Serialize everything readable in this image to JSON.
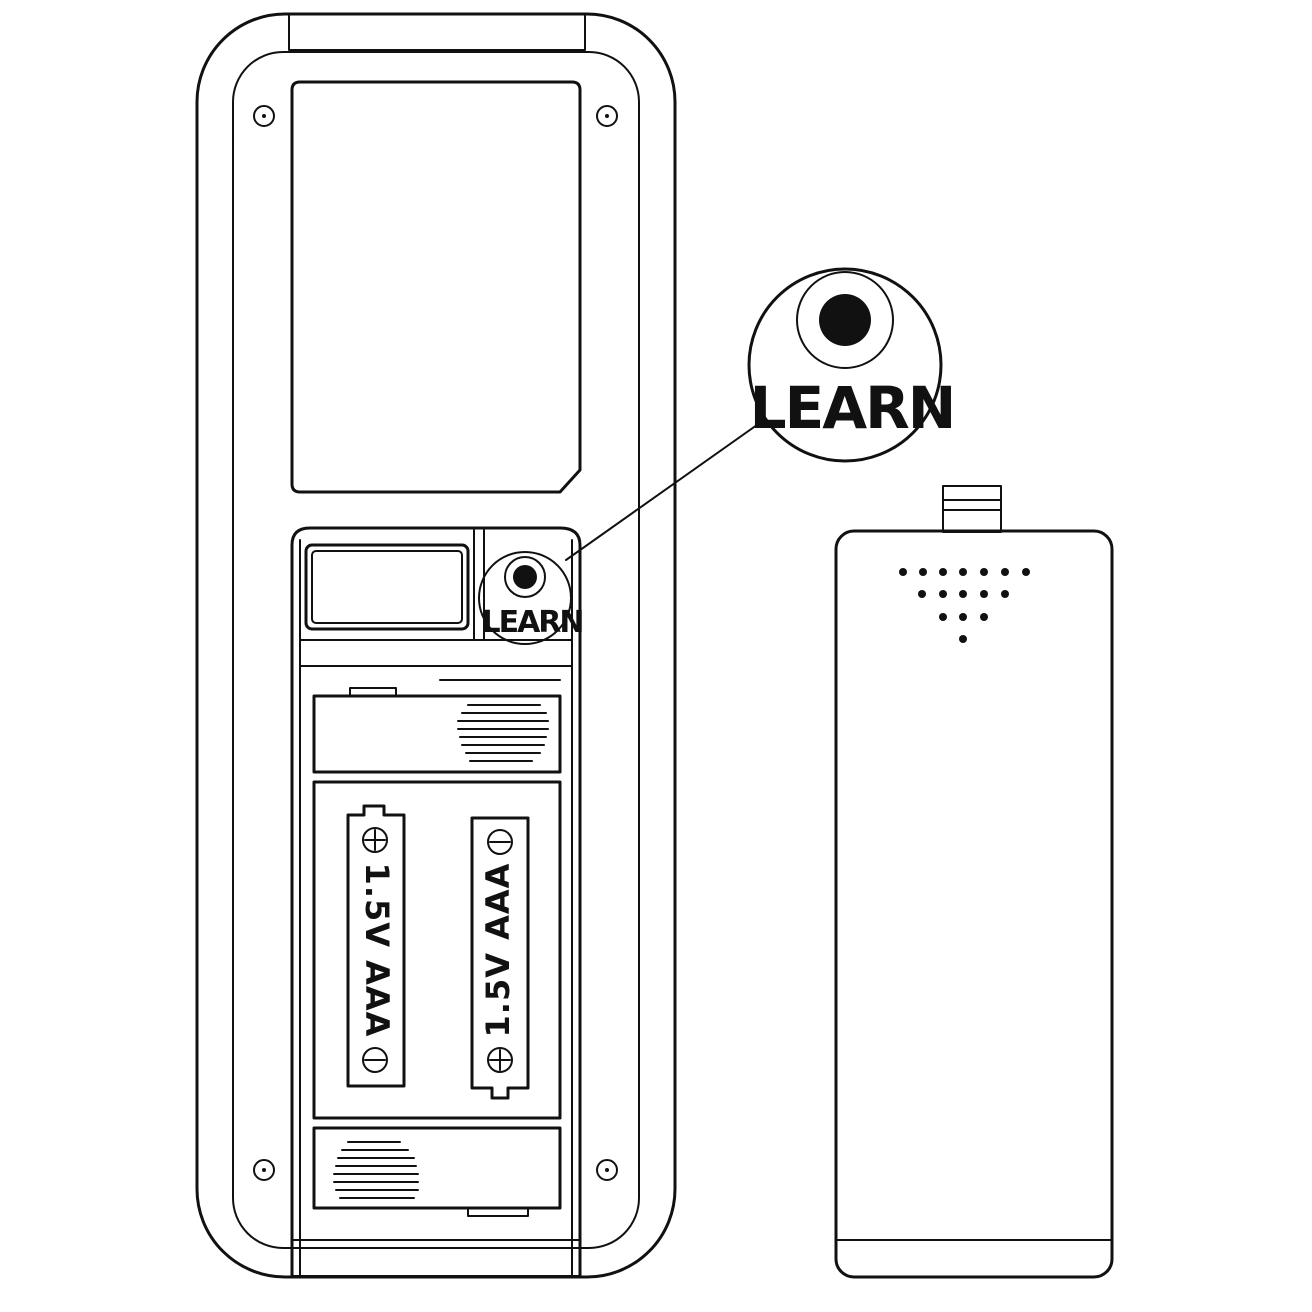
{
  "diagram": {
    "learn_label_callout": "LEARN",
    "learn_label_device": "LEARN",
    "battery_left_label": "1.5V AAA",
    "battery_right_label": "1.5V AAA"
  }
}
